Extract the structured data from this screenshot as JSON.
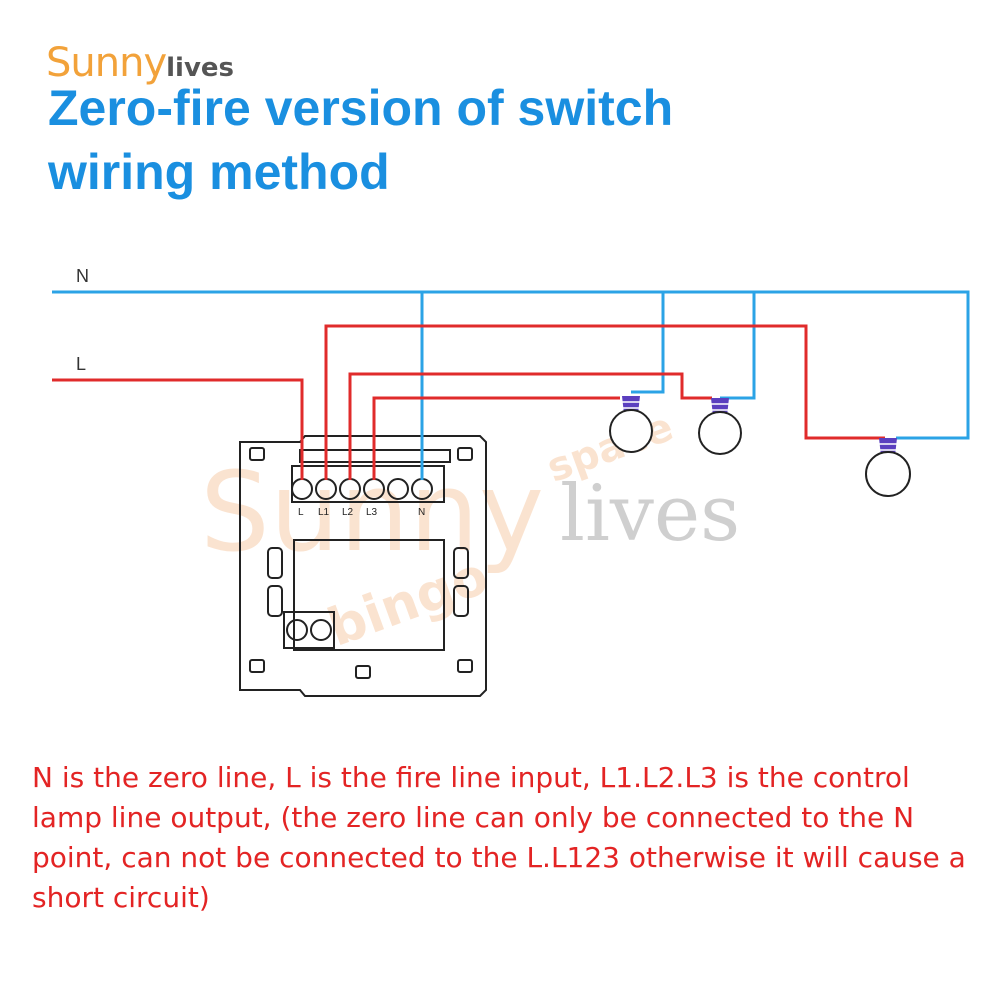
{
  "logo": {
    "sunny": "Sunny",
    "lives": "lives"
  },
  "title_line1": "Zero-fire version of switch",
  "title_line2": "wiring method",
  "labels": {
    "n_line": "N",
    "l_line": "L"
  },
  "terminals": [
    "L",
    "L1",
    "L2",
    "L3",
    "",
    "N"
  ],
  "watermark": {
    "w1": "Sunny",
    "w2": "bingo",
    "w3": "lives",
    "w4": "space"
  },
  "caption": "N is the zero line, L is the fire line input, L1.L2.L3 is the control lamp line output, (the zero line can only be connected to the N point, can not be connected to the L.L123 otherwise it will cause a short circuit)",
  "colors": {
    "neutral": "#2ba3e6",
    "live": "#e02b2b",
    "title": "#1a8fe0",
    "caption": "#e32424",
    "bulb_cap": "#5b3fbf"
  }
}
